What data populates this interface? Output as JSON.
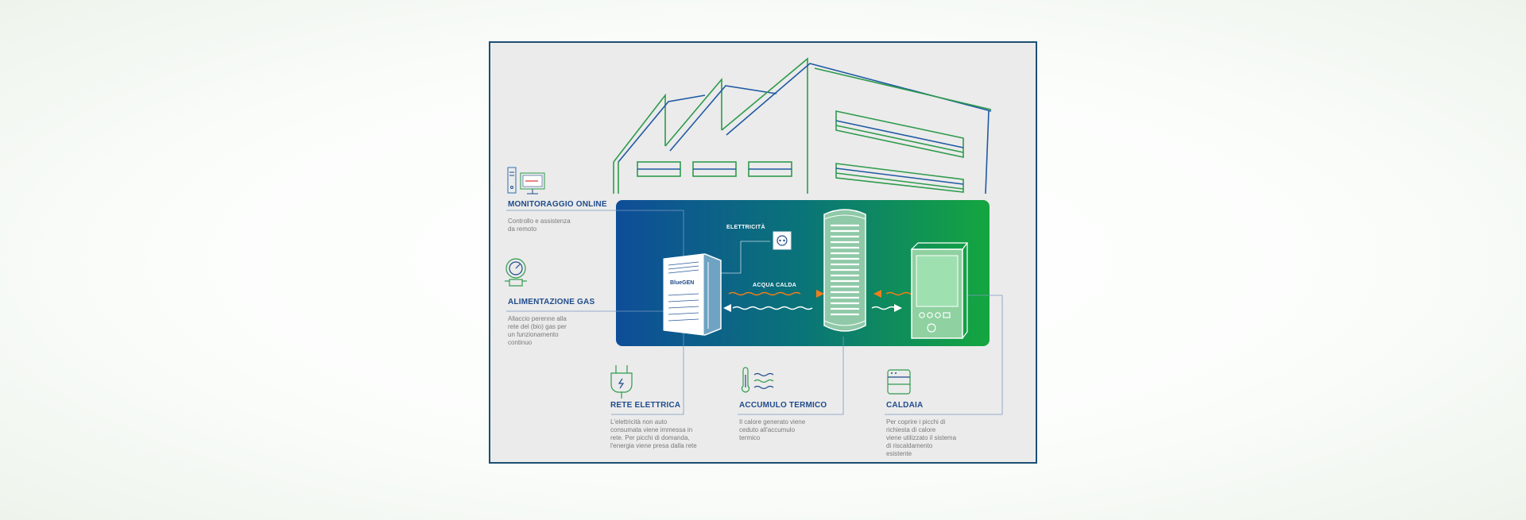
{
  "labels": {
    "electricity": "ELETTRICITÀ",
    "hot_water": "ACQUA CALDA",
    "brand": "BlueGEN"
  },
  "nodes": [
    {
      "id": "monitoraggio",
      "title": "MONITORAGGIO ONLINE",
      "desc": "Controllo e assistenza\nda remoto",
      "icon": "computer-monitor-icon"
    },
    {
      "id": "gas",
      "title": "ALIMENTAZIONE GAS",
      "desc": "Allaccio perenne alla\nrete del (bio) gas per\nun funzionamento\ncontinuo",
      "icon": "gas-meter-icon"
    },
    {
      "id": "rete",
      "title": "RETE ELETTRICA",
      "desc": "L'elettricità non auto\nconsumata viene immessa in\nrete. Per picchi di domanda,\nl'energia viene presa dalla rete",
      "icon": "power-plug-icon"
    },
    {
      "id": "accumulo",
      "title": "ACCUMULO TERMICO",
      "desc": "Il calore generato viene\nceduto all'accumulo\ntermico",
      "icon": "thermometer-icon"
    },
    {
      "id": "caldaia",
      "title": "CALDAIA",
      "desc": "Per coprire i picchi di\nrichiesta di calore\nviene utilizzato il sistema\ndi riscaldamento\nesistente",
      "icon": "boiler-icon"
    }
  ],
  "colors": {
    "blue": "#1f4b8c",
    "green": "#1aa347",
    "orange": "#f07d1a",
    "border": "#1d4f73"
  }
}
